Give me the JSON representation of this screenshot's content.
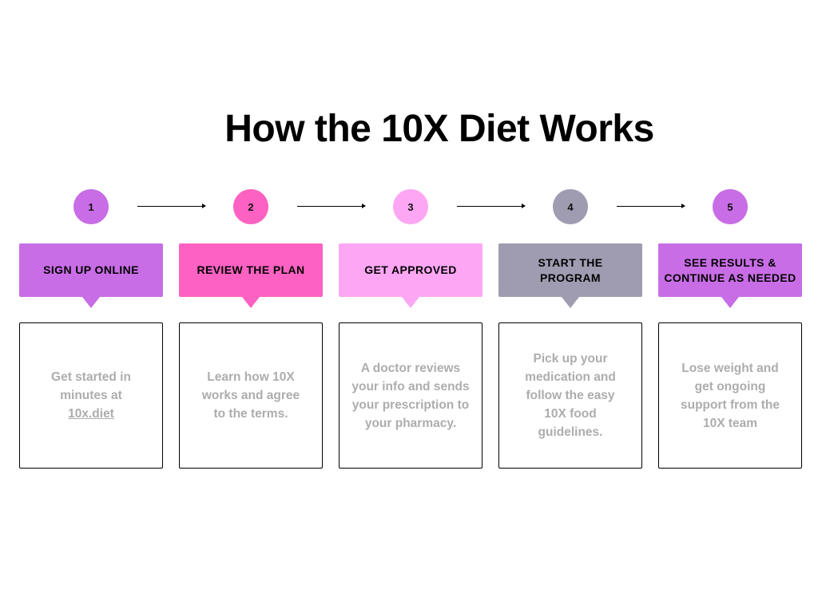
{
  "title": "How the 10X Diet Works",
  "colors": {
    "purple": "#c86de6",
    "hot_pink": "#fd62c2",
    "light_pink": "#fda7f4",
    "gray": "#9f9cb1",
    "description_text": "#adadad"
  },
  "steps": [
    {
      "number": "1",
      "heading_line1": "SIGN UP ONLINE",
      "heading_line2": "",
      "description": "Get started in minutes at",
      "link_text": "10x.diet",
      "color": "#c86de6"
    },
    {
      "number": "2",
      "heading_line1": "REVIEW THE PLAN",
      "heading_line2": "",
      "description": "Learn how 10X works and agree to the terms.",
      "color": "#fd62c2"
    },
    {
      "number": "3",
      "heading_line1": "GET APPROVED",
      "heading_line2": "",
      "description": "A doctor reviews your info and sends your prescription to your pharmacy.",
      "color": "#fda7f4"
    },
    {
      "number": "4",
      "heading_line1": "START THE",
      "heading_line2": "PROGRAM",
      "description": "Pick up your medication and follow the easy 10X food guidelines.",
      "color": "#9f9cb1"
    },
    {
      "number": "5",
      "heading_line1": "SEE RESULTS &",
      "heading_line2": "CONTINUE AS NEEDED",
      "description": "Lose weight and get ongoing support from the 10X team",
      "color": "#c86de6"
    }
  ]
}
